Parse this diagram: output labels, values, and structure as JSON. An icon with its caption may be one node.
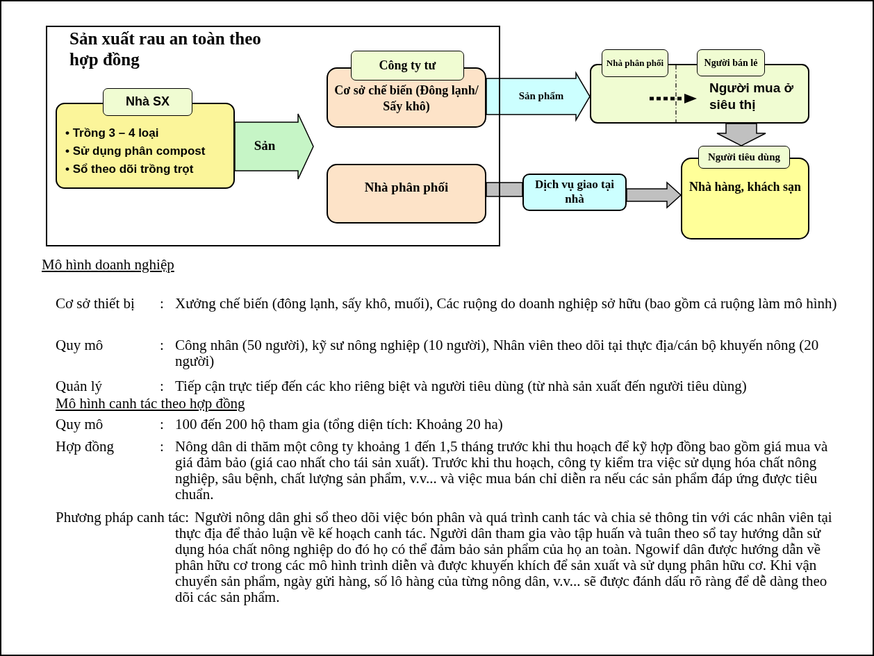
{
  "diagram": {
    "nodes": [
      {
        "text": [
          "Sản xuất rau an toàn theo hợp đồng"
        ]
      },
      {
        "text": [
          "Nhà SX",
          "• Trồng 3 – 4 loại",
          "• Sử dụng phân compost",
          "• Sổ theo dõi trồng trọt"
        ],
        "in": 0
      },
      {
        "text": [
          "Công ty tư",
          "Cơ sở chế biến (Đông lạnh/ Sấy khô)"
        ],
        "in": 0
      },
      {
        "text": [
          "Nhà phân phối"
        ],
        "in": 0
      },
      {
        "text": [
          "Nhà phân phối",
          "Người bán lẻ",
          "Người mua ở siêu thị"
        ]
      },
      {
        "text": [
          "Người tiêu dùng",
          "Nhà hàng, khách sạn"
        ]
      },
      {
        "text": [
          "Dịch vụ giao tại nhà"
        ]
      }
    ],
    "edges": [
      {
        "from": 1,
        "to": null,
        "arrow": "to",
        "label": "Sản"
      },
      {
        "from": 2,
        "to": 4,
        "arrow": "to",
        "label": "Sản phẩm"
      },
      {
        "from": 3,
        "to": 6,
        "arrow": "none"
      },
      {
        "from": 6,
        "to": 5,
        "arrow": "to"
      },
      {
        "from": 4,
        "to": 5,
        "arrow": "to"
      }
    ],
    "labels": [
      "Mô hình doanh nghiệp",
      "Cơ sở thiết bị",
      ":",
      "Xưởng chế biến (đông lạnh, sấy khô, muối), Các ruộng do doanh nghiệp sở hữu (bao gồm cả ruộng làm mô hình)",
      "Quy mô",
      ":",
      "Công nhân (50 người), kỹ sư nông nghiệp (10 người), Nhân viên theo dõi tại thực địa/cán bộ khuyến nông (20 người)",
      "Quản lý",
      ":",
      "Tiếp cận trực tiếp đến các kho riêng biệt và người tiêu dùng (từ nhà sản xuất đến người tiêu dùng)",
      "Mô hình canh tác theo hợp đồng",
      "Quy mô",
      ":",
      "100 đến 200 hộ tham gia (tổng diện tích: Khoảng 20 ha)",
      "Hợp đồng",
      ":",
      "Nông dân di thăm một công ty khoảng 1 đến 1,5 tháng trước khi thu hoạch để kỹ hợp đồng bao gồm giá mua và giá đảm bảo (giá cao nhất cho tái sản xuất). Trước khi thu hoạch, công ty kiểm tra việc sử dụng hóa chất nông nghiệp, sâu bệnh, chất lượng sản phẩm, v.v... và việc mua bán chỉ diễn ra nếu các sản phẩm đáp ứng được tiêu chuẩn.",
      "Phương pháp canh tác:",
      "Người nông dân ghi sổ theo dõi việc bón phân và quá trình canh tác và chia sẻ thông tin với các nhân viên tại thực địa để thảo luận về kế hoạch canh tác. Người dân tham gia vào tập huấn và tuân theo sổ tay hướng dẫn sử dụng hóa chất nông nghiệp do đó họ có thể đảm bảo sản phẩm của họ an toàn. Ngowif dân được hướng dẫn về phân hữu cơ trong các mô hình trình diễn và được khuyến khích để sản xuất và sử dụng phân hữu cơ. Khi vận chuyển sản phẩm, ngày gửi hàng, số lô hàng của từng nông dân, v.v... sẽ được đánh dấu rõ ràng để dễ dàng theo dõi các sản phẩm."
    ]
  }
}
